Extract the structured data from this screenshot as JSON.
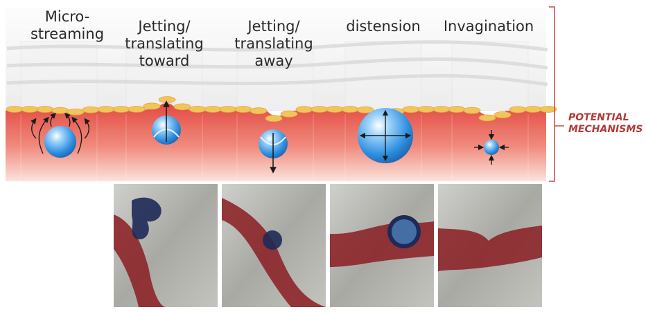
{
  "mechanisms": [
    {
      "id": "microstreaming",
      "label": "Micro-\nstreaming"
    },
    {
      "id": "jetting-toward",
      "label": "Jetting/\ntranslating\ntoward"
    },
    {
      "id": "jetting-away",
      "label": "Jetting/\ntranslating\naway"
    },
    {
      "id": "distension",
      "label": "distension"
    },
    {
      "id": "invagination",
      "label": "Invagination"
    }
  ],
  "side_label": "POTENTIAL\nMECHANISMS",
  "colors": {
    "tissue": "#e8574f",
    "tissue_light": "#f6c2b8",
    "endothelium": "#f2c55c",
    "bubble": "#3a9ee4",
    "bracket": "#c94a4a",
    "vessel": "#8a1d22",
    "micrograph_bg": "#b8b8b4"
  },
  "micrographs": [
    {
      "id": "micrograph-jetting-toward"
    },
    {
      "id": "micrograph-jetting-away"
    },
    {
      "id": "micrograph-distension"
    },
    {
      "id": "micrograph-invagination"
    }
  ]
}
